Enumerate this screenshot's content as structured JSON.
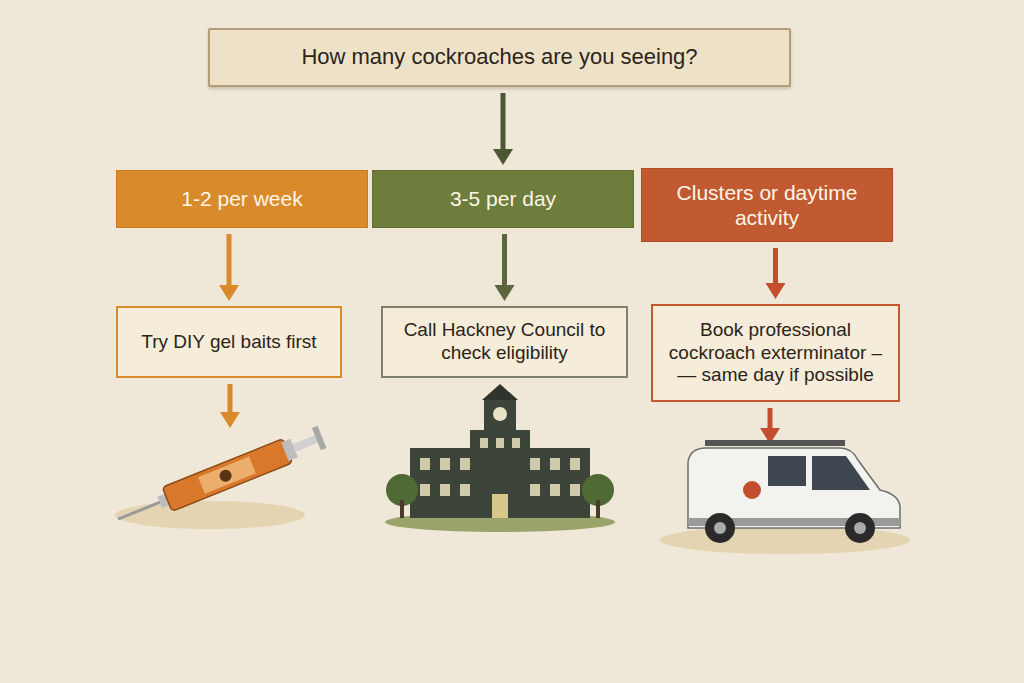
{
  "diagram": {
    "nodes": [
      {
        "text": [
          "How many cockroaches are you seeing?"
        ]
      },
      {
        "text": [
          "1-2 per week"
        ]
      },
      {
        "text": [
          "3-5 per day"
        ]
      },
      {
        "text": [
          "Clusters or daytime activity"
        ]
      },
      {
        "text": [
          "Try DIY gel baits first"
        ]
      },
      {
        "text": [
          "Call Hackney Council to check eligibility"
        ]
      },
      {
        "text": [
          "Book professional cockroach exterminator – — same day if possible"
        ]
      }
    ],
    "edges": [
      {
        "from": 0,
        "to": 2,
        "arrow": "to"
      },
      {
        "from": 1,
        "to": 4,
        "arrow": "to"
      },
      {
        "from": 2,
        "to": 5,
        "arrow": "to"
      },
      {
        "from": 3,
        "to": 6,
        "arrow": "to"
      }
    ]
  }
}
